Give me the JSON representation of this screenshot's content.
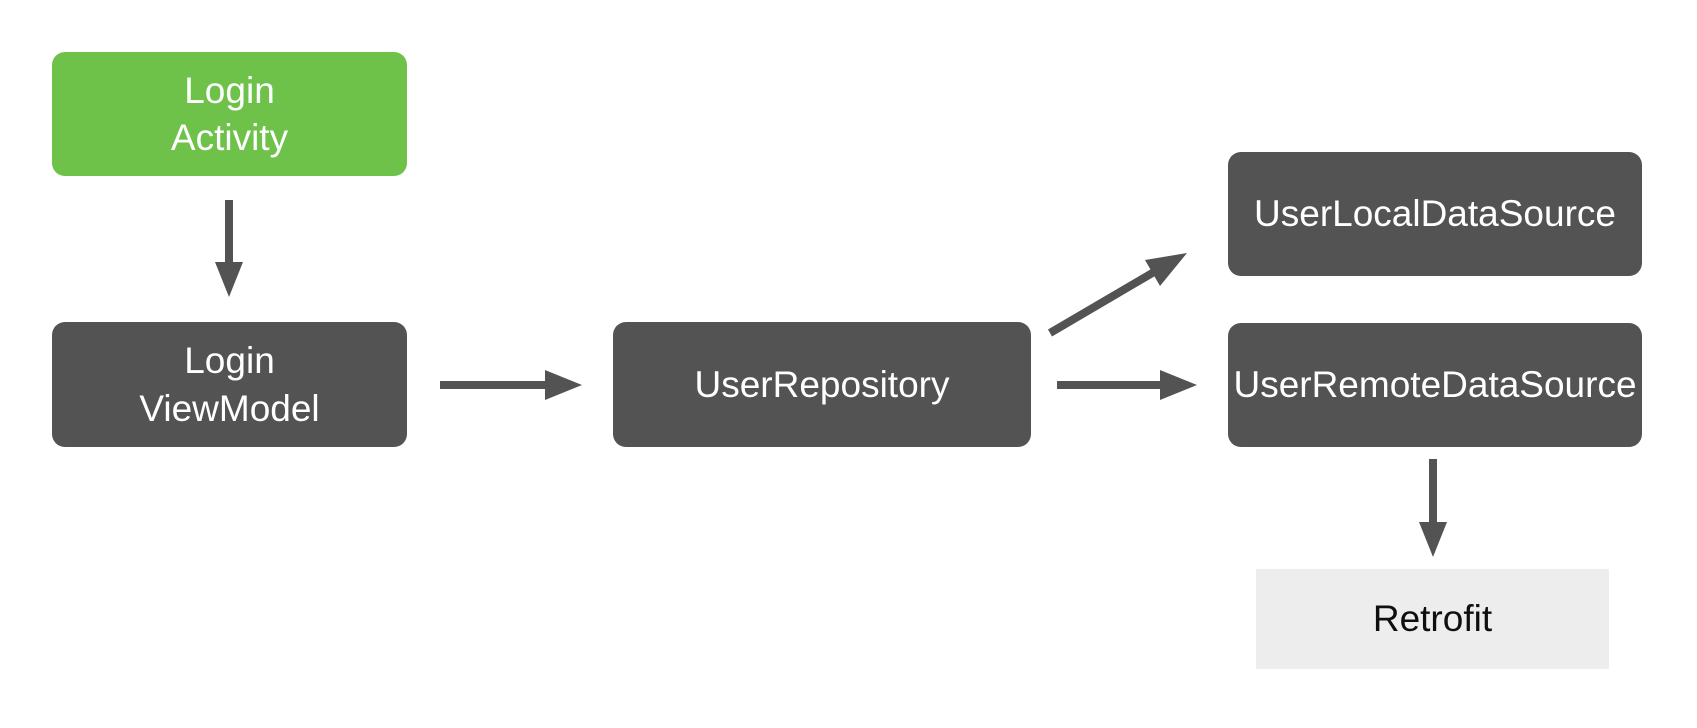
{
  "colors": {
    "activity_green": "#6EC24A",
    "box_dark": "#535353",
    "box_light": "#EDEDED",
    "text_light": "#FFFFFF",
    "text_dark": "#0F0F0F",
    "arrow": "#535353",
    "background": "#FFFFFF"
  },
  "nodes": {
    "login_activity": {
      "label": "Login\nActivity"
    },
    "login_viewmodel": {
      "label": "Login\nViewModel"
    },
    "user_repository": {
      "label": "UserRepository"
    },
    "user_local_datasource": {
      "label": "UserLocalDataSource"
    },
    "user_remote_datasource": {
      "label": "UserRemoteDataSource"
    },
    "retrofit": {
      "label": "Retrofit"
    }
  },
  "edges": [
    {
      "from": "login_activity",
      "to": "login_viewmodel"
    },
    {
      "from": "login_viewmodel",
      "to": "user_repository"
    },
    {
      "from": "user_repository",
      "to": "user_local_datasource"
    },
    {
      "from": "user_repository",
      "to": "user_remote_datasource"
    },
    {
      "from": "user_remote_datasource",
      "to": "retrofit"
    }
  ]
}
